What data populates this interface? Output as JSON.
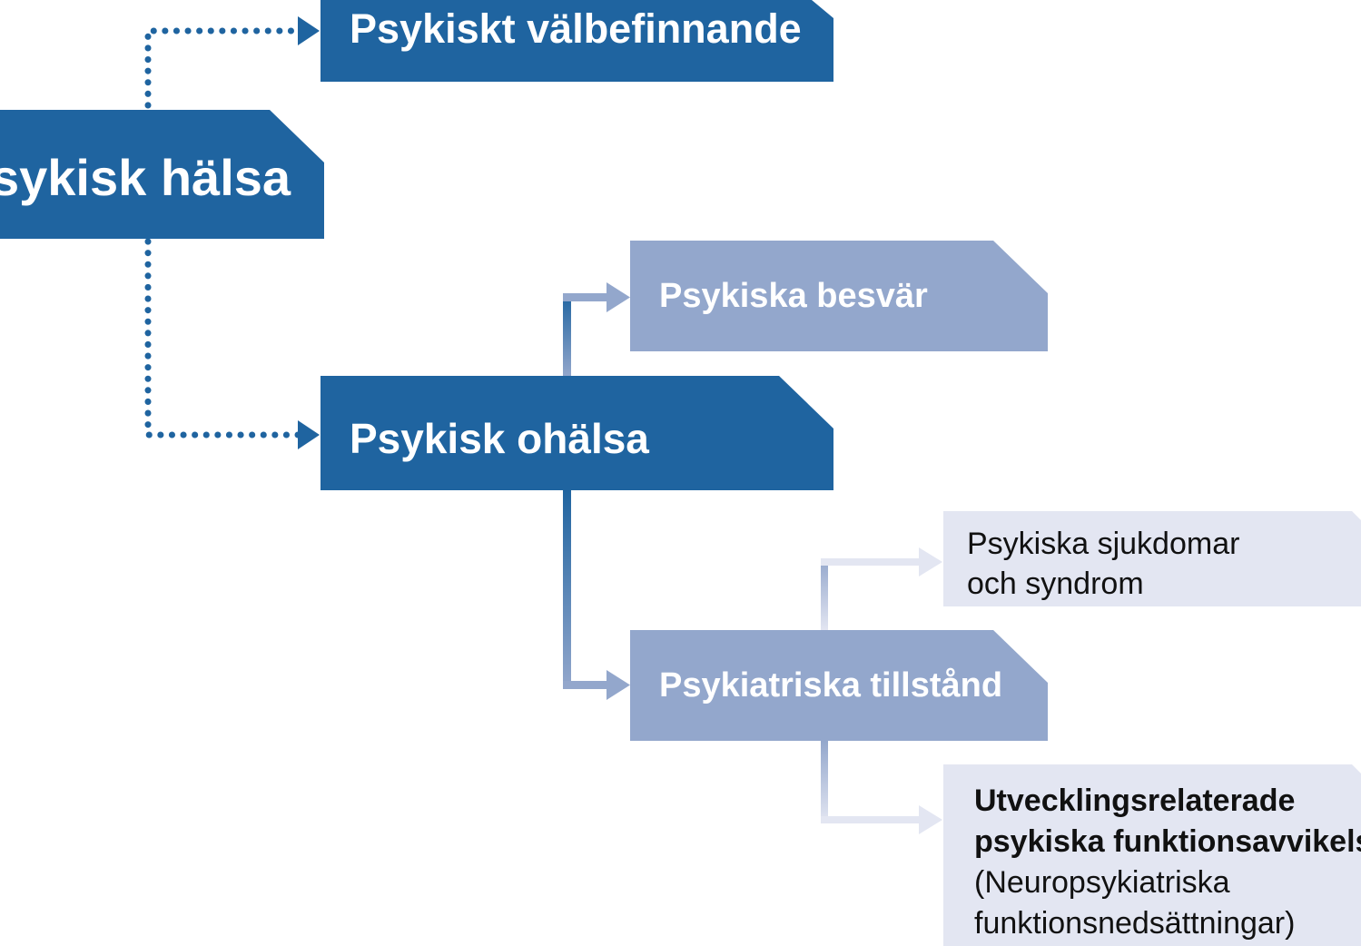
{
  "nodes": {
    "valbefinnande": {
      "label": "Psykiskt välbefinnande"
    },
    "halsa": {
      "label": "sykisk hälsa"
    },
    "besvar": {
      "label": "Psykiska besvär"
    },
    "ohalsa": {
      "label": "Psykisk ohälsa"
    },
    "sjukdomar": {
      "line1": "Psykiska sjukdomar",
      "line2": "och syndrom"
    },
    "tillstand": {
      "label": "Psykiatriska tillstånd"
    },
    "utveckling": {
      "line1": "Utvecklingsrelaterade",
      "line2": "psykiska funktionsavvikelse",
      "line3": "(Neuropsykiatriska",
      "line4": "funktionsnedsättningar)"
    }
  },
  "colors": {
    "dark_blue": "#1f64a0",
    "mid_blue": "#93a7cc",
    "light_blue": "#e3e6f2"
  }
}
